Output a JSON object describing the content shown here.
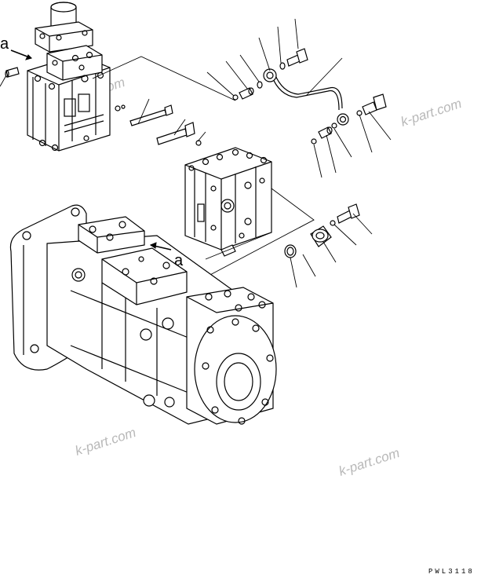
{
  "view_labels": {
    "top_left": "a",
    "pump_arrow": "a"
  },
  "watermarks": [
    "k-part.com",
    "k-part.com",
    "k-part.com",
    "k-part.com"
  ],
  "drawing_code": "PWL3118"
}
